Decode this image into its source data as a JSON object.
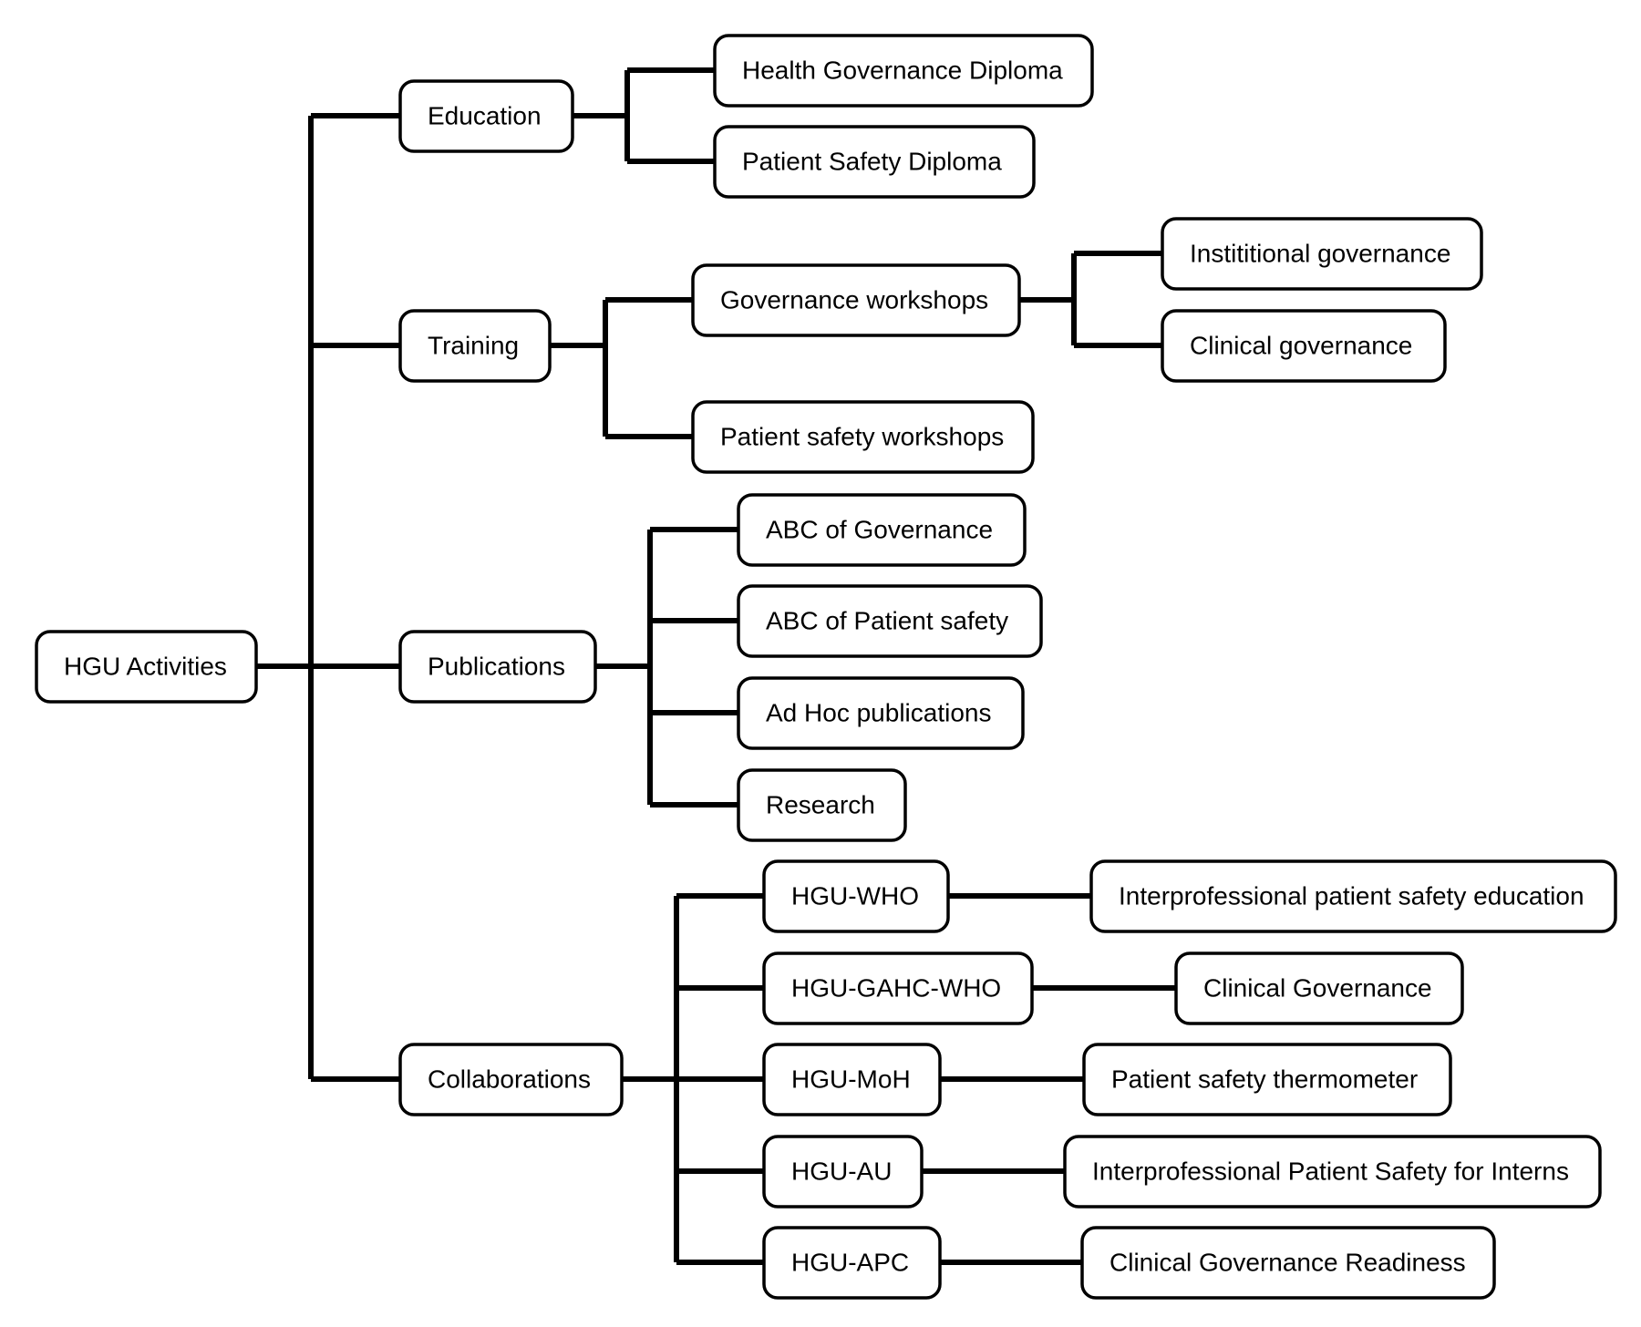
{
  "diagram": {
    "root": "HGU Activities",
    "categories": {
      "education": {
        "label": "Education",
        "children": [
          "Health Governance Diploma",
          "Patient Safety Diploma"
        ]
      },
      "training": {
        "label": "Training",
        "children": {
          "governance_workshops": {
            "label": "Governance workshops",
            "children": [
              "Instititional governance",
              "Clinical governance"
            ]
          },
          "patient_safety_workshops": {
            "label": "Patient safety workshops"
          }
        }
      },
      "publications": {
        "label": "Publications",
        "children": [
          "ABC of Governance",
          "ABC of Patient safety",
          "Ad Hoc publications",
          "Research"
        ]
      },
      "collaborations": {
        "label": "Collaborations",
        "partners": [
          {
            "label": "HGU-WHO",
            "project": "Interprofessional patient safety education"
          },
          {
            "label": "HGU-GAHC-WHO",
            "project": "Clinical Governance"
          },
          {
            "label": "HGU-MoH",
            "project": "Patient safety thermometer"
          },
          {
            "label": "HGU-AU",
            "project": "Interprofessional Patient Safety for Interns"
          },
          {
            "label": "HGU-APC",
            "project": "Clinical Governance Readiness"
          }
        ]
      }
    }
  }
}
